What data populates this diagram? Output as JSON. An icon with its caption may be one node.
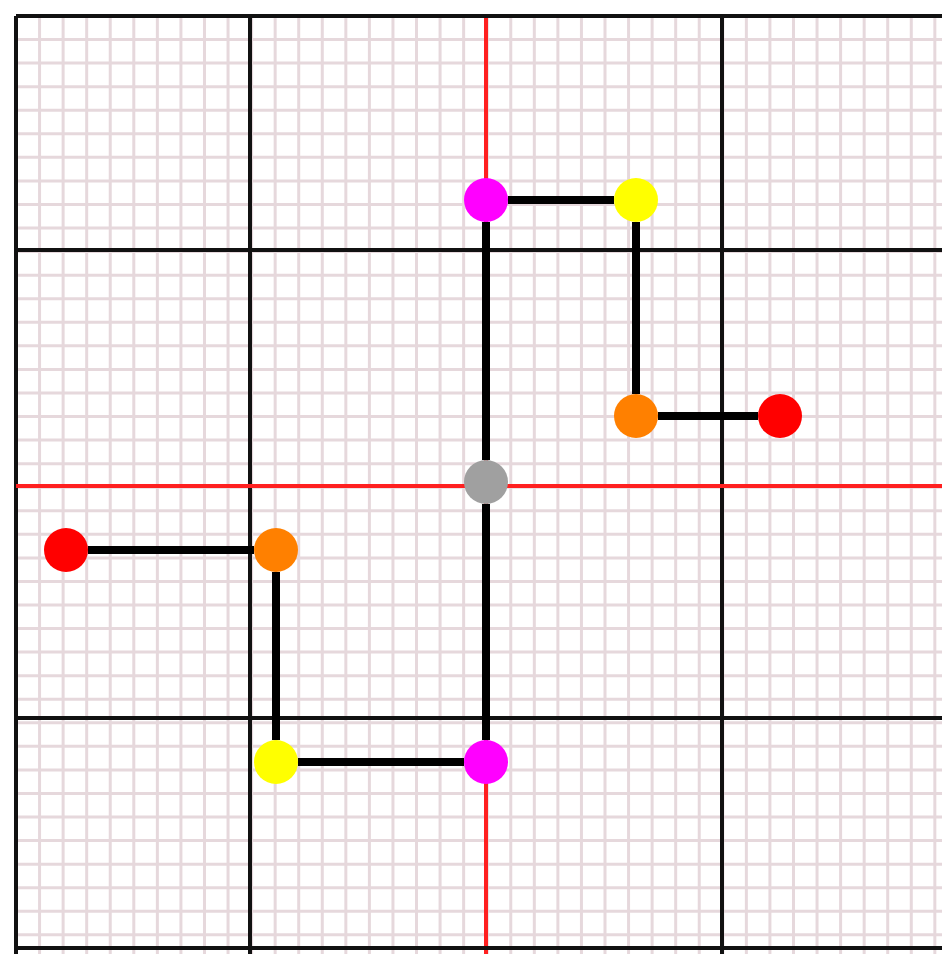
{
  "diagram": {
    "nodes": [
      {
        "text": [],
        "shape": "circle"
      },
      {
        "text": [],
        "shape": "circle"
      },
      {
        "text": [],
        "shape": "circle"
      },
      {
        "text": [],
        "shape": "circle"
      },
      {
        "text": [],
        "shape": "circle"
      },
      {
        "text": [],
        "shape": "circle"
      },
      {
        "text": [],
        "shape": "circle"
      },
      {
        "text": [],
        "shape": "circle"
      },
      {
        "text": [],
        "shape": "circle"
      }
    ],
    "edges": [
      {
        "from": 0,
        "to": 1,
        "arrow": "none"
      },
      {
        "from": 1,
        "to": 2,
        "arrow": "none"
      },
      {
        "from": 2,
        "to": 3,
        "arrow": "none"
      },
      {
        "from": 0,
        "to": 4,
        "arrow": "none"
      },
      {
        "from": 4,
        "to": 8,
        "arrow": "none"
      },
      {
        "from": 8,
        "to": 7,
        "arrow": "none"
      },
      {
        "from": 7,
        "to": 6,
        "arrow": "none"
      },
      {
        "from": 6,
        "to": 5,
        "arrow": "none"
      }
    ]
  }
}
